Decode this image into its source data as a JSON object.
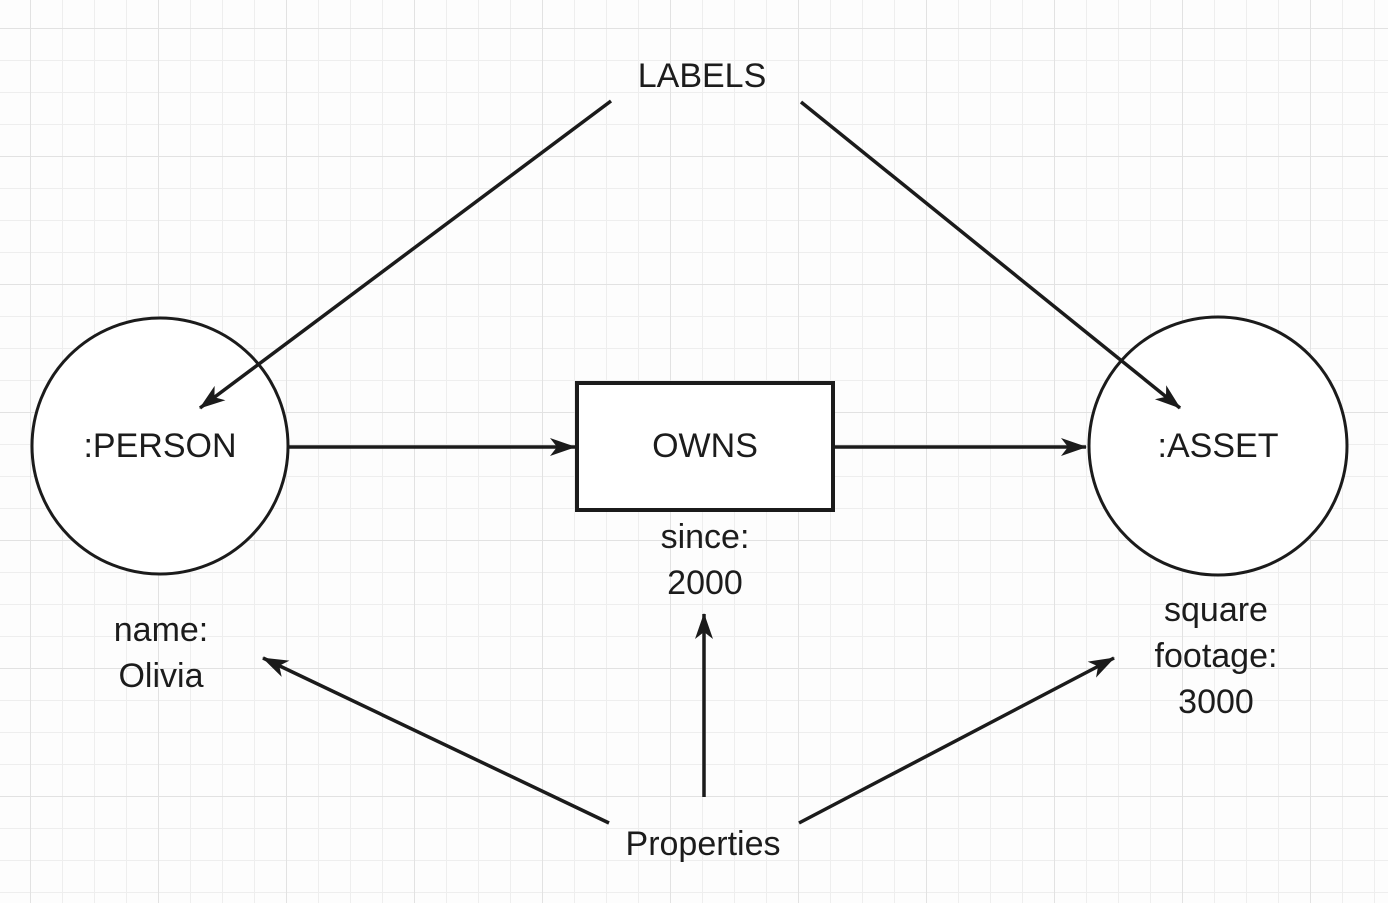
{
  "diagram": {
    "labels_heading": "LABELS",
    "properties_heading": "Properties",
    "nodes": {
      "person": {
        "label": ":PERSON"
      },
      "asset": {
        "label": ":ASSET"
      }
    },
    "relationship": {
      "label": "OWNS"
    },
    "annotations": {
      "person_properties": [
        "name:",
        "Olivia"
      ],
      "relationship_properties": [
        "since:",
        "2000"
      ],
      "asset_properties": [
        "square",
        "footage:",
        "3000"
      ]
    },
    "colors": {
      "stroke": "#1b1b1b",
      "background": "#fdfdfd",
      "grid_minor": "#eeeeee",
      "grid_major": "#e2e2e2"
    }
  }
}
